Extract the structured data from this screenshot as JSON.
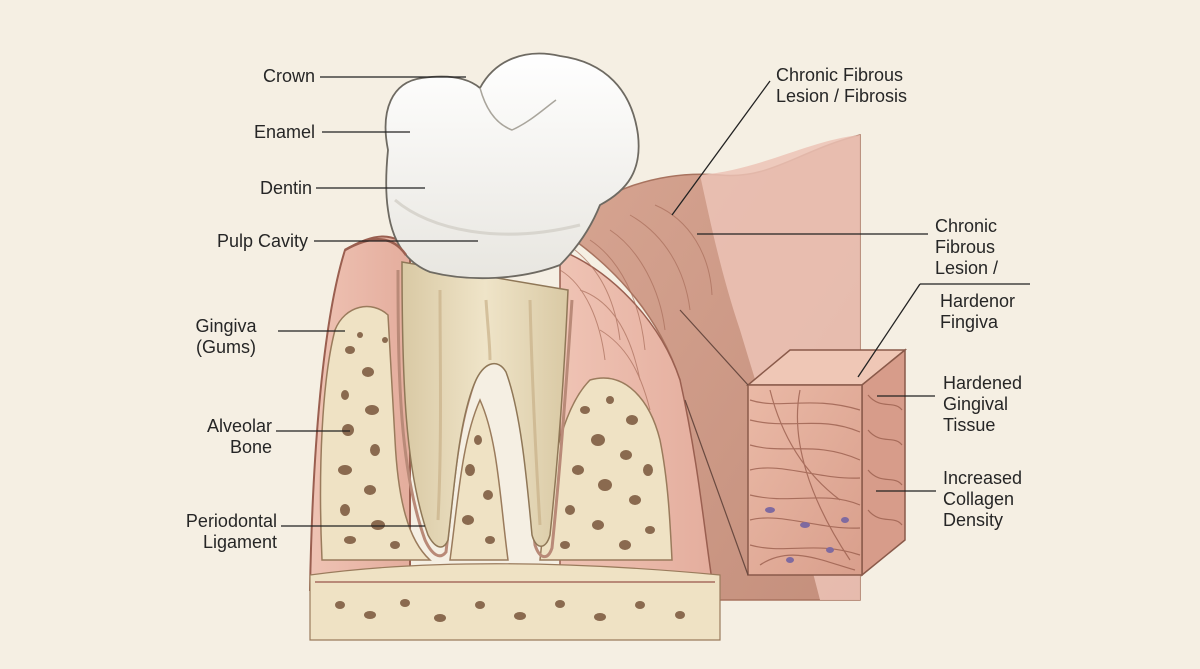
{
  "labels": {
    "crown": "Crown",
    "enamel": "Enamel",
    "dentin": "Dentin",
    "pulp_cavity": "Pulp Cavity",
    "gingiva": "Gingiva\n(Gums)",
    "alveolar_bone": "Alveolar\nBone",
    "periodontal_ligament": "Periodontal\nLigament",
    "chronic_fibrous_lesion_top": "Chronic Fibrous\nLesion / Fibrosis",
    "chronic_fibrous_lesion_mid": "Chronic\nFibrous\nLesion /",
    "hardenor_fingiva": "Hardenor\nFingiva",
    "hardened_gingival_tissue": "Hardened\nGingival\nTissue",
    "increased_collagen_density": "Increased\nCollagen\nDensity"
  },
  "colors": {
    "background": "#f5efe3",
    "enamel": "#f7f5f0",
    "dentin": "#e9dcbf",
    "gum": "#e8b7a8",
    "fibrosis": "#cf9a86",
    "bone": "#efe2c4",
    "bone_pores": "#8a6a4f",
    "leader_line": "#222222"
  }
}
